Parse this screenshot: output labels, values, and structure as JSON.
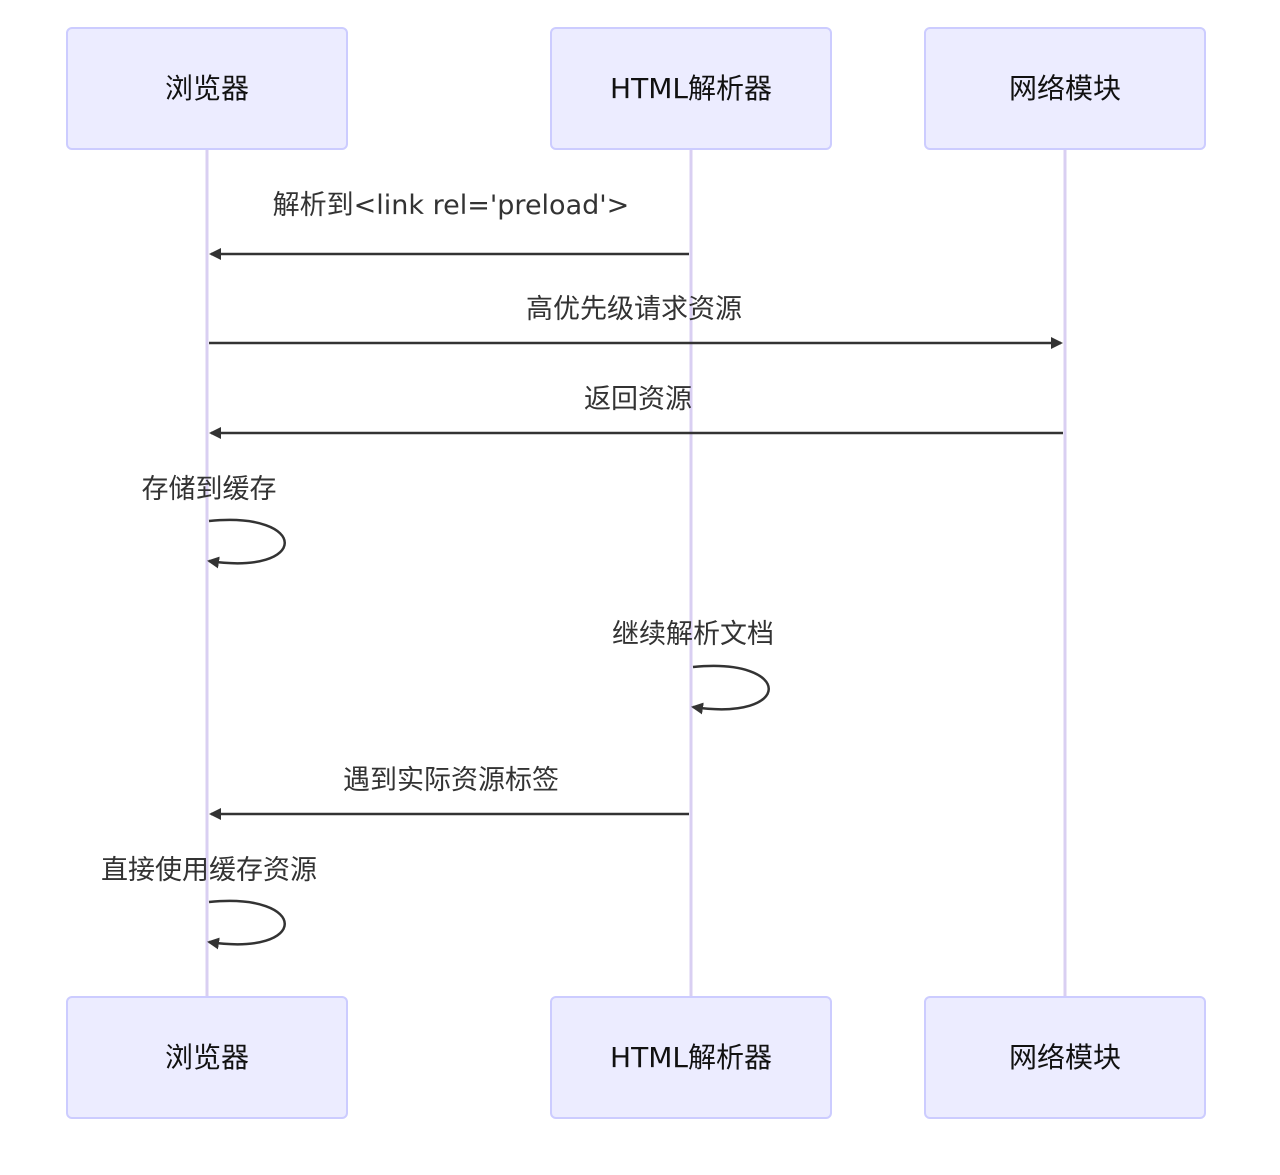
{
  "diagram": {
    "type": "sequence",
    "actors": [
      {
        "id": "browser",
        "label": "浏览器"
      },
      {
        "id": "parser",
        "label": "HTML解析器"
      },
      {
        "id": "network",
        "label": "网络模块"
      }
    ],
    "messages": [
      {
        "from": "parser",
        "to": "browser",
        "label": "解析到<link rel='preload'>"
      },
      {
        "from": "browser",
        "to": "network",
        "label": "高优先级请求资源"
      },
      {
        "from": "network",
        "to": "browser",
        "label": "返回资源"
      },
      {
        "from": "browser",
        "to": "browser",
        "label": "存储到缓存"
      },
      {
        "from": "parser",
        "to": "parser",
        "label": "继续解析文档"
      },
      {
        "from": "parser",
        "to": "browser",
        "label": "遇到实际资源标签"
      },
      {
        "from": "browser",
        "to": "browser",
        "label": "直接使用缓存资源"
      }
    ],
    "colors": {
      "actor_fill": "#ECECFF",
      "actor_border": "#CCCCFF",
      "lifeline": "#D9CFF2",
      "arrow": "#333333",
      "text": "#333333"
    }
  }
}
